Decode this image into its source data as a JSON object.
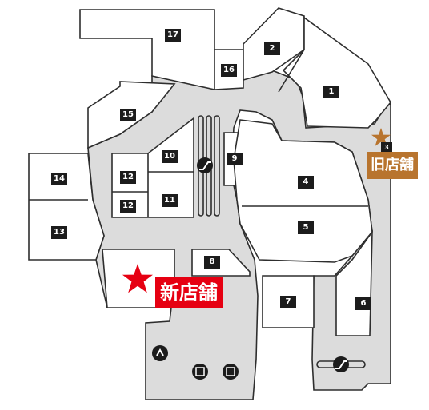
{
  "map": {
    "colors": {
      "corridor": "#dcdcdc",
      "store_fill": "#ffffff",
      "outline": "#2e2e2e",
      "label_bg": "#1c1c1c",
      "old_store": "#b8742e",
      "new_store": "#e60012"
    },
    "stores": [
      "1",
      "2",
      "3",
      "4",
      "5",
      "6",
      "7",
      "8",
      "9",
      "10",
      "11",
      "12",
      "12",
      "13",
      "14",
      "15",
      "16",
      "17"
    ],
    "facility_icons": [
      "escalator-icon",
      "escalator-icon",
      "elevator-icon",
      "restroom-icon",
      "restroom-icon"
    ],
    "old_store_label": "旧店舗",
    "new_store_label": "新店舗"
  }
}
